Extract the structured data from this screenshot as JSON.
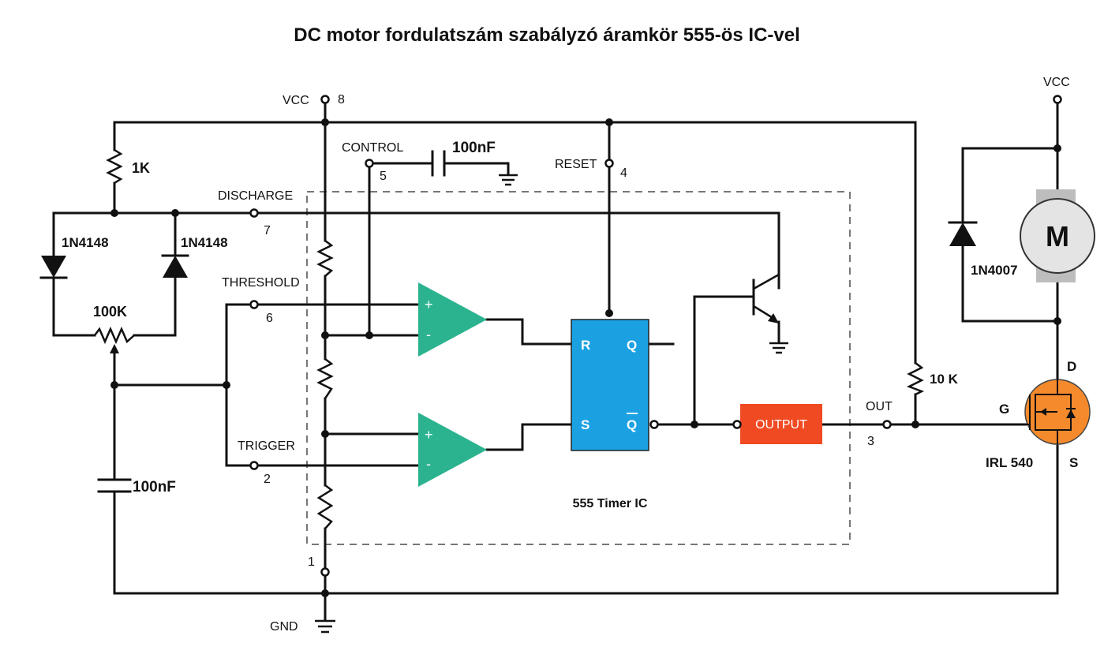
{
  "title": "DC motor fordulatszám szabályzó áramkör 555-ös IC-vel",
  "ic_label": "555 Timer IC",
  "pins": {
    "vcc": {
      "name": "VCC",
      "num": "8"
    },
    "control": {
      "name": "CONTROL",
      "num": "5"
    },
    "reset": {
      "name": "RESET",
      "num": "4"
    },
    "discharge": {
      "name": "DISCHARGE",
      "num": "7"
    },
    "threshold": {
      "name": "THRESHOLD",
      "num": "6"
    },
    "trigger": {
      "name": "TRIGGER",
      "num": "2"
    },
    "gnd_pin": {
      "num": "1"
    },
    "out": {
      "name": "OUT",
      "num": "3"
    }
  },
  "gnd_label": "GND",
  "vcc_motor_label": "VCC",
  "components": {
    "r1": "1K",
    "d1": "1N4148",
    "d2": "1N4148",
    "pot": "100K",
    "c_timing": "100nF",
    "c_control": "100nF",
    "r_gate": "10 K",
    "d_flyback": "1N4007",
    "motor": "M",
    "mosfet": "IRL 540",
    "mosfet_d": "D",
    "mosfet_g": "G",
    "mosfet_s": "S"
  },
  "comparators": {
    "plus": "+",
    "minus": "-"
  },
  "flipflop": {
    "r": "R",
    "q": "Q",
    "s": "S",
    "qbar": "Q"
  },
  "output_block": "OUTPUT",
  "colors": {
    "comparator": "#2bb38f",
    "flipflop": "#1ba1e2",
    "output": "#f04a23",
    "mosfet": "#f58a2c",
    "motor_body": "#e4e4e4",
    "motor_case": "#bdbdbd"
  }
}
